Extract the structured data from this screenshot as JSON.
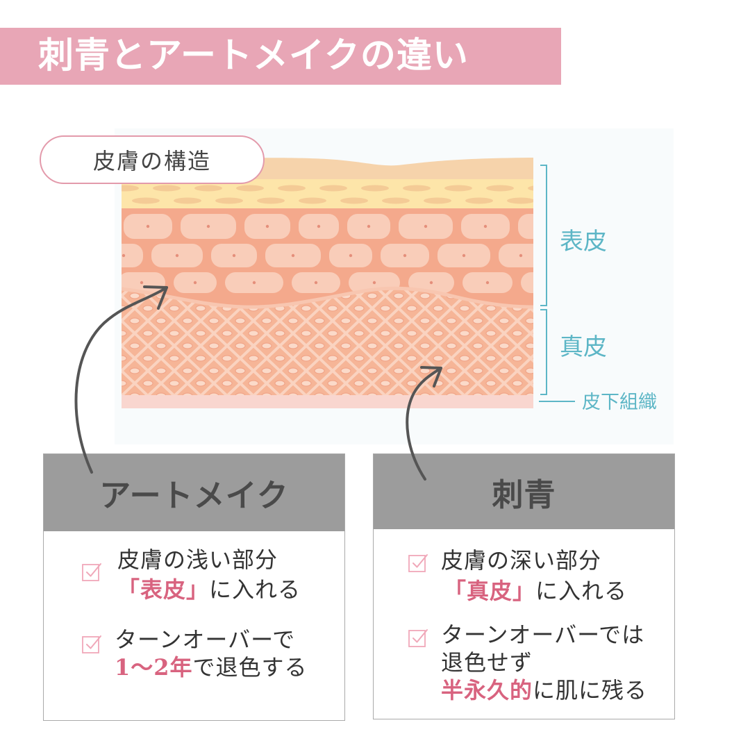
{
  "header": {
    "title": "刺青とアートメイクの違い"
  },
  "diagram": {
    "label": "皮膚の構造",
    "layer_epidermis": "表皮",
    "layer_dermis": "真皮",
    "layer_subcutis": "皮下組織"
  },
  "art_make_card": {
    "title": "アートメイク",
    "point1": {
      "line1": "皮膚の浅い部分",
      "line2_highlight": "「表皮」",
      "line2_rest": "に入れる"
    },
    "point2": {
      "line1": "ターンオーバーで",
      "line2_highlight": "1〜2年",
      "line2_rest": "で退色する"
    }
  },
  "tattoo_card": {
    "title": "刺青",
    "point1": {
      "line1": "皮膚の深い部分",
      "line2_highlight": "「真皮」",
      "line2_rest": "に入れる"
    },
    "point2": {
      "line1": "ターンオーバーでは",
      "line2": "退色せず",
      "line3_highlight": "半永久的",
      "line3_rest": "に肌に残る"
    }
  },
  "icons": {
    "point_marker": "check-square-icon",
    "pointer": "curved-arrow-icon"
  },
  "colors": {
    "header_bg": "#e8a6b6",
    "highlight_text": "#d8637f",
    "card_header_bg": "#9c9c9c",
    "layer_label": "#5db6c6",
    "checkbox": "#f0a8b9"
  }
}
